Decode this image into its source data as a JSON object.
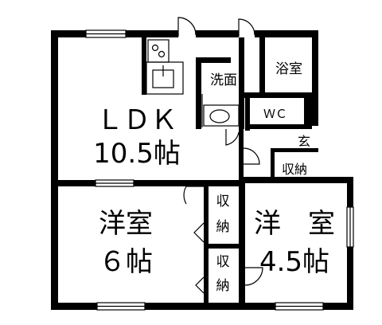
{
  "rooms": {
    "ldk": {
      "name": "ＬＤＫ",
      "size": "10.5帖"
    },
    "western_left": {
      "name": "洋室",
      "size": "６帖"
    },
    "western_right": {
      "name": "洋　室",
      "size": "4.5帖"
    },
    "washroom": "洗面",
    "bathroom": "浴室",
    "toilet": "ＷＣ",
    "entrance": "玄",
    "storage_entrance": "収納",
    "storage_upper": "収納",
    "storage_lower": "収納"
  },
  "colors": {
    "wall": "#000000",
    "background": "#ffffff"
  }
}
